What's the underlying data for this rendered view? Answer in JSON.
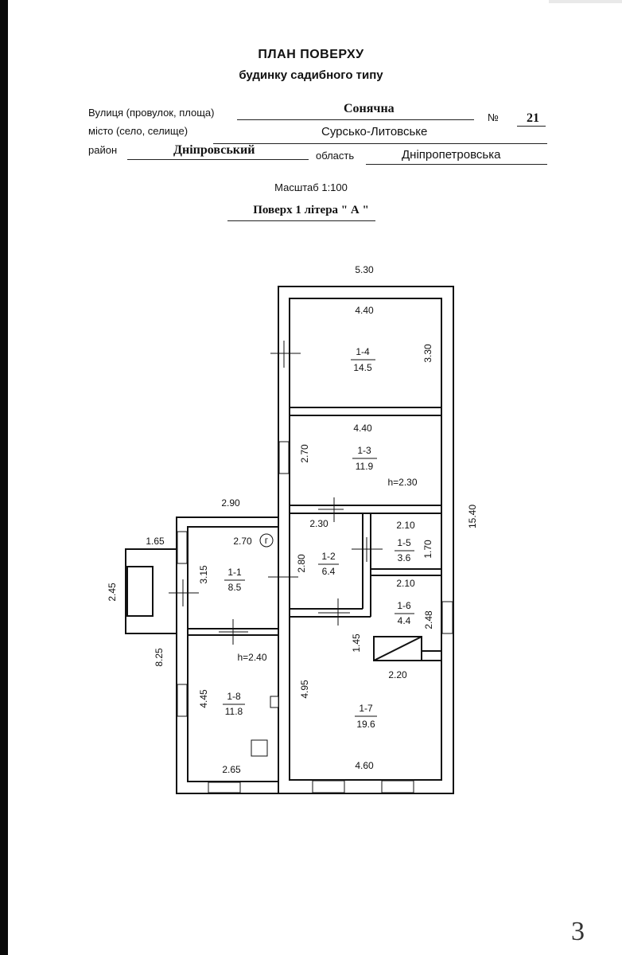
{
  "header": {
    "title": "ПЛАН ПОВЕРХУ",
    "subtitle": "будинку садибного типу"
  },
  "address": {
    "street_label": "Вулиця (провулок, площа)",
    "street_value": "Сонячна",
    "number_label": "№",
    "number_value": "21",
    "city_label": "місто (село, селище)",
    "city_value": "Сурсько-Литовське",
    "district_label": "район",
    "district_value": "Дніпровський",
    "region_label": "область",
    "region_value": "Дніпропетровська"
  },
  "scale_text": "Масштаб 1:100",
  "floor_text": "Поверх 1 літера \" А \"",
  "plan": {
    "overall": {
      "width_top": "5.30",
      "length_right": "15.40",
      "annex_width": "2.90",
      "annex_length": "8.25",
      "porch_width": "1.65",
      "porch_depth": "2.45"
    },
    "rooms": [
      {
        "id": "1-4",
        "area": "14.5",
        "width": "4.40",
        "depth": "3.30"
      },
      {
        "id": "1-3",
        "area": "11.9",
        "width": "4.40",
        "depth": "2.70",
        "height": "h=2.30"
      },
      {
        "id": "1-2",
        "area": "6.4",
        "width": "2.30",
        "depth": "2.80"
      },
      {
        "id": "1-5",
        "area": "3.6",
        "width": "2.10",
        "depth": "1.70"
      },
      {
        "id": "1-6",
        "area": "4.4",
        "width": "2.10",
        "depth": "2.48"
      },
      {
        "id": "1-1",
        "area": "8.5",
        "width": "2.70",
        "depth": "3.15",
        "symbol": "г"
      },
      {
        "id": "1-8",
        "area": "11.8",
        "width": "2.65",
        "depth": "4.45",
        "height": "h=2.40"
      },
      {
        "id": "1-7",
        "area": "19.6",
        "width": "4.60",
        "depth": "4.95",
        "stair_depth": "1.45",
        "stair_width": "2.20"
      }
    ]
  },
  "page_number": "3"
}
